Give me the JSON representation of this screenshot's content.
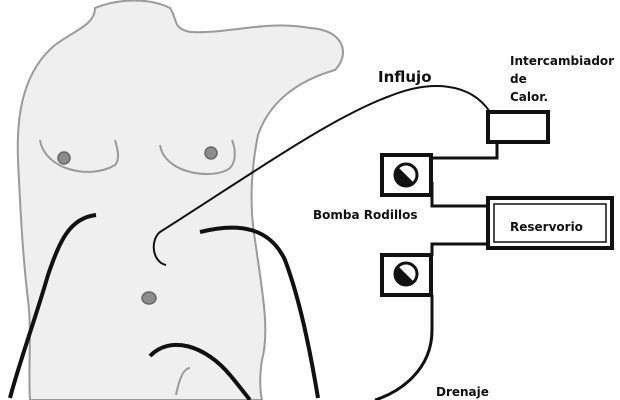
{
  "labels": {
    "influjo": "Influjo",
    "heat_exchanger_line1": "Intercambiador",
    "heat_exchanger_line2": "de",
    "heat_exchanger_line3": "Calor.",
    "roller_pump": "Bomba Rodillos",
    "reservoir": "Reservorio",
    "drainage": "Drenaje"
  },
  "colors": {
    "body_fill": "#efefef",
    "body_stroke": "#9a9a9a",
    "line": "#111111",
    "pump_fill": "#8c8c8c"
  },
  "components": {
    "pumps": [
      {
        "name": "upper-roller-pump"
      },
      {
        "name": "lower-roller-pump"
      }
    ]
  }
}
